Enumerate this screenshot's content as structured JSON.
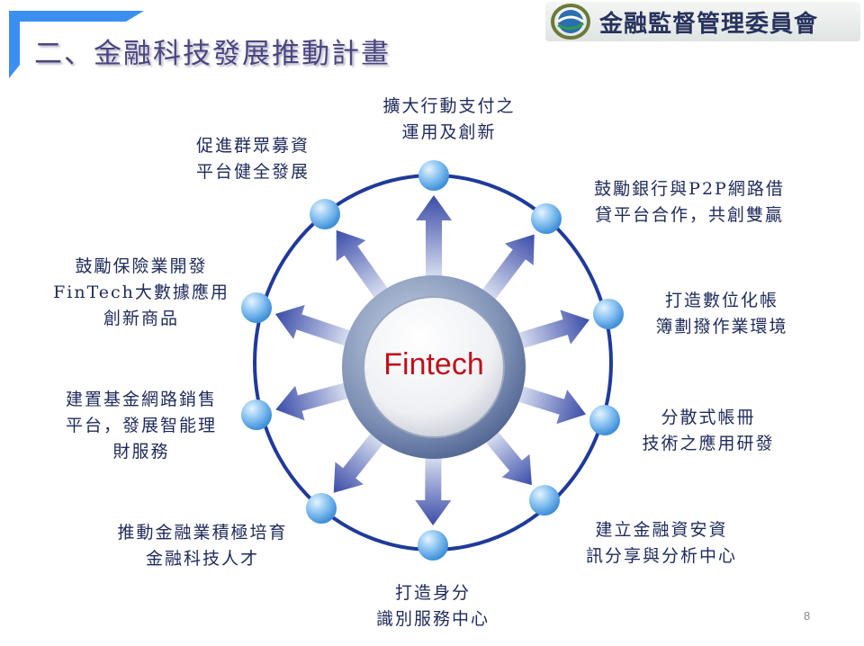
{
  "header": {
    "title": "二、金融科技發展推動計畫",
    "logo_text": "金融監督管理委員會"
  },
  "center": {
    "label": "Fintech"
  },
  "items": [
    {
      "lines": [
        "擴大行動支付之",
        "運用及創新"
      ]
    },
    {
      "lines": [
        "鼓勵銀行與P2P網路借",
        "貸平台合作，共創雙贏"
      ]
    },
    {
      "lines": [
        "打造數位化帳",
        "簿劃撥作業環境"
      ]
    },
    {
      "lines": [
        "分散式帳冊",
        "技術之應用研發"
      ]
    },
    {
      "lines": [
        "建立金融資安資",
        "訊分享與分析中心"
      ]
    },
    {
      "lines": [
        "打造身分",
        "識別服務中心"
      ]
    },
    {
      "lines": [
        "推動金融業積極培育",
        "金融科技人才"
      ]
    },
    {
      "lines": [
        "建置基金網路銷售",
        "平台，發展智能理",
        "財服務"
      ]
    },
    {
      "lines": [
        "鼓勵保險業開發",
        "FinTech大數據應用",
        "創新商品"
      ]
    },
    {
      "lines": [
        "促進群眾募資",
        "平台健全發展"
      ]
    }
  ],
  "footer": {
    "page_number": "8"
  },
  "colors": {
    "ring": "#1f3a9a",
    "title": "#4a4680",
    "center_text": "#c0101a",
    "accent": "#3b8ff0"
  }
}
